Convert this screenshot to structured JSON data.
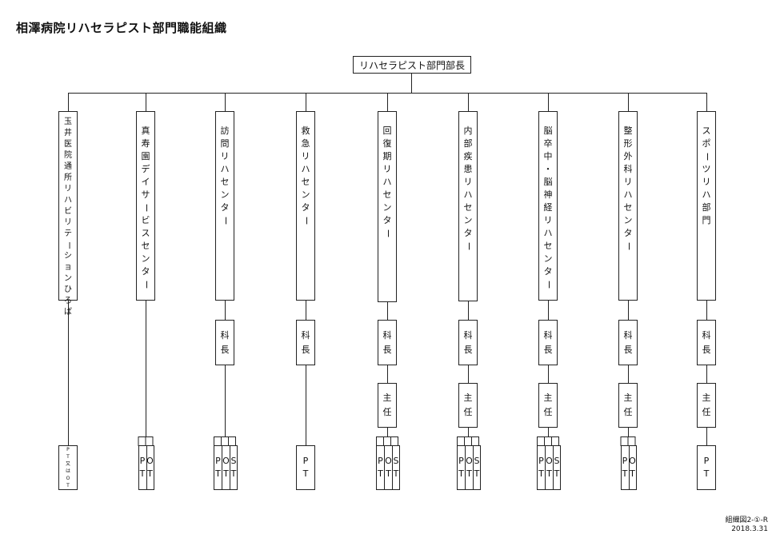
{
  "title": "相澤病院リハセラピスト部門職能組織",
  "root": "リハセラピスト部門部長",
  "footer": {
    "code": "組織図2-①-R",
    "date": "2018.3.31"
  },
  "departments": [
    {
      "name": "玉井医院通所リハビリテーションひろば",
      "roles": [],
      "staff": [
        "PT又はOT"
      ]
    },
    {
      "name": "真寿園デイサービスセンター",
      "roles": [],
      "staff": [
        "PT",
        "OT"
      ]
    },
    {
      "name": "訪問リハセンター",
      "roles": [
        "科長"
      ],
      "staff": [
        "PT",
        "OT",
        "ST"
      ]
    },
    {
      "name": "救急リハセンター",
      "roles": [
        "科長"
      ],
      "staff": [
        "PT"
      ]
    },
    {
      "name": "回復期リハセンター",
      "roles": [
        "科長",
        "主任"
      ],
      "staff": [
        "PT",
        "OT",
        "ST"
      ]
    },
    {
      "name": "内部疾患リハセンター",
      "roles": [
        "科長",
        "主任"
      ],
      "staff": [
        "PT",
        "OT",
        "ST"
      ]
    },
    {
      "name": "脳卒中・脳神経リハセンター",
      "roles": [
        "科長",
        "主任"
      ],
      "staff": [
        "PT",
        "OT",
        "ST"
      ]
    },
    {
      "name": "整形外科リハセンター",
      "roles": [
        "科長",
        "主任"
      ],
      "staff": [
        "PT",
        "OT"
      ]
    },
    {
      "name": "スポーツリハ部門",
      "roles": [
        "科長",
        "主任"
      ],
      "staff": [
        "PT"
      ]
    }
  ]
}
